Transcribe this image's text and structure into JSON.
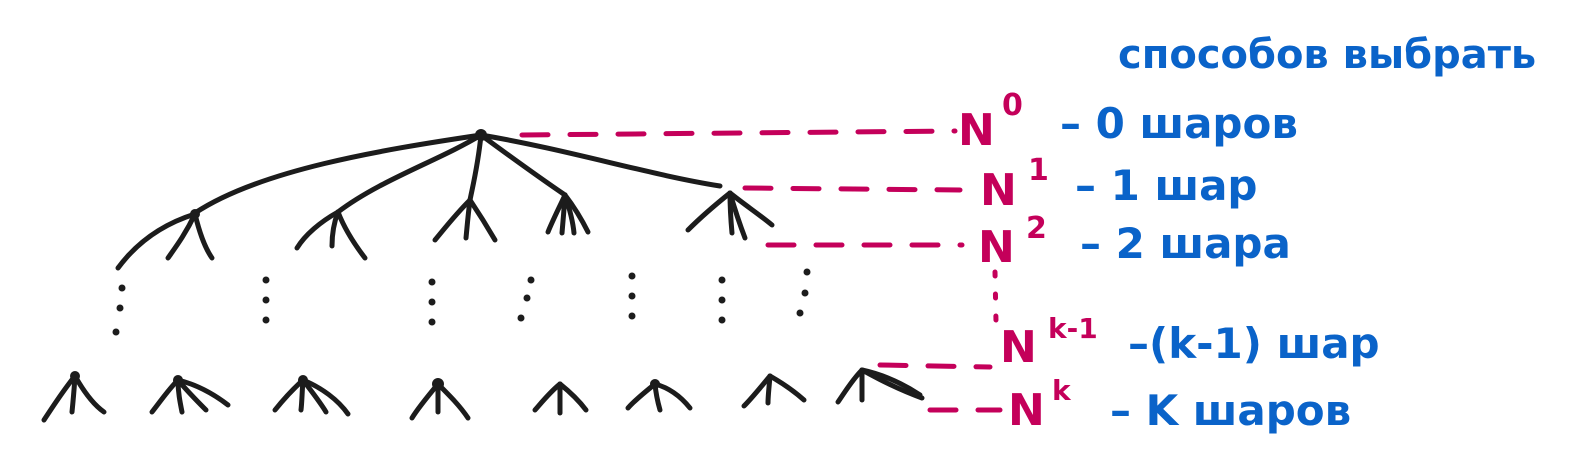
{
  "header": {
    "text": "способов выбрать"
  },
  "levels": [
    {
      "base": "N",
      "exp": "0",
      "desc": "– 0 шаров"
    },
    {
      "base": "N",
      "exp": "1",
      "desc": "– 1 шар"
    },
    {
      "base": "N",
      "exp": "2",
      "desc": "– 2 шара"
    },
    {
      "base": "N",
      "exp": "k-1",
      "desc": "–(k-1) шар"
    },
    {
      "base": "N",
      "exp": "k",
      "desc": "– K шаров"
    }
  ],
  "colors": {
    "tree": "#1c1c1c",
    "guides": "#c4005a",
    "annotations": "#0a63c9"
  }
}
